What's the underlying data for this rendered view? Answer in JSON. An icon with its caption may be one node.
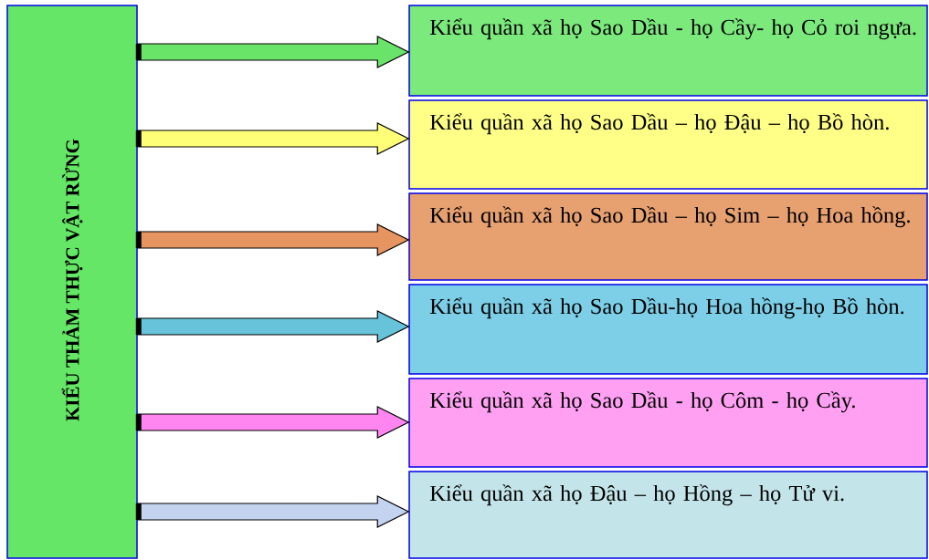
{
  "diagram": {
    "nodes": [
      {
        "text": [
          "KIỂU THẢM THỰC VẬT RỪNG"
        ]
      },
      {
        "text": [
          "Kiểu quần xã họ Sao Dầu - họ Cầy- họ Cỏ roi ngựa."
        ]
      },
      {
        "text": [
          "Kiểu quần xã họ Sao Dầu – họ Đậu – họ Bồ hòn."
        ]
      },
      {
        "text": [
          "Kiểu quần xã họ Sao Dầu – họ Sim – họ Hoa hồng."
        ]
      },
      {
        "text": [
          "Kiểu quần xã họ Sao Dầu-họ Hoa hồng-họ Bồ hòn."
        ]
      },
      {
        "text": [
          "Kiểu quần xã họ Sao Dầu - họ Côm - họ Cầy."
        ]
      },
      {
        "text": [
          "Kiểu quần xã họ Đậu – họ Hồng – họ Tử vi."
        ]
      }
    ],
    "edges": [
      {
        "from": 0,
        "to": 1,
        "arrow": "to",
        "color": "#44dd44"
      },
      {
        "from": 0,
        "to": 2,
        "arrow": "to",
        "color": "#ffff55"
      },
      {
        "from": 0,
        "to": 3,
        "arrow": "to",
        "color": "#e07a3a"
      },
      {
        "from": 0,
        "to": 4,
        "arrow": "to",
        "color": "#40b4d0"
      },
      {
        "from": 0,
        "to": 5,
        "arrow": "to",
        "color": "#ff66ee"
      },
      {
        "from": 0,
        "to": 6,
        "arrow": "to",
        "color": "#b4c8ec"
      }
    ]
  }
}
